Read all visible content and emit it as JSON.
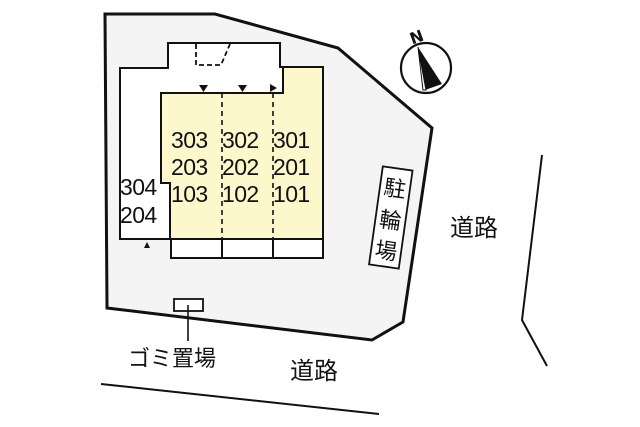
{
  "diagram": {
    "type": "site-plan",
    "colors": {
      "site_fill": "#f4f4f4",
      "building_fill": "#ffffff",
      "units_fill": "#fdf7cc",
      "stroke": "#111111"
    },
    "compass": {
      "label": "N"
    },
    "units": {
      "main_rows": [
        [
          "303",
          "302",
          "301"
        ],
        [
          "203",
          "202",
          "201"
        ],
        [
          "103",
          "102",
          "101"
        ]
      ],
      "side_column": [
        "304",
        "204"
      ]
    },
    "labels": {
      "bicycle_parking": [
        "駐",
        "輪",
        "場"
      ],
      "road_right": "道路",
      "road_bottom": "道路",
      "garbage_area": "ゴミ置場"
    }
  }
}
